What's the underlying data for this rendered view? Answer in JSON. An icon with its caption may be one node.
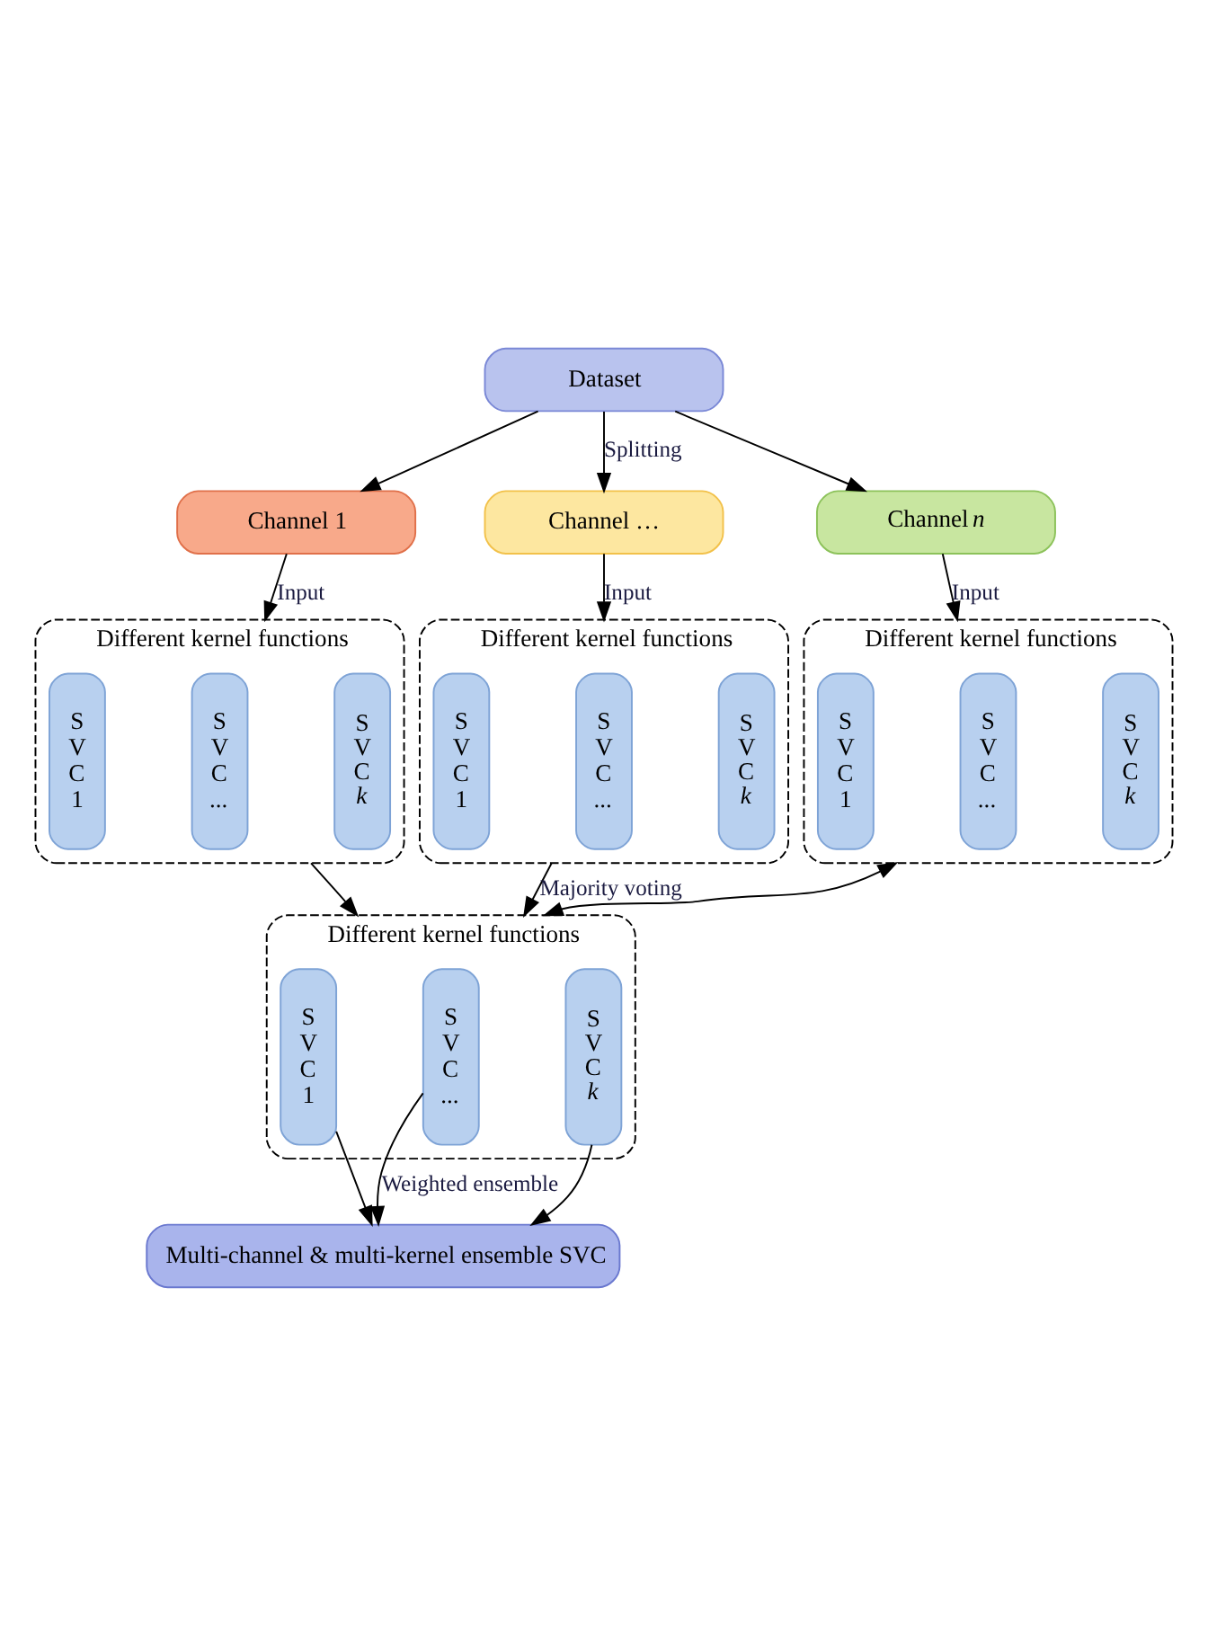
{
  "diagram": {
    "nodes": [
      {
        "text": [
          "Dataset"
        ]
      },
      {
        "text": [
          "Channel 1"
        ]
      },
      {
        "text": [
          "Channel …"
        ]
      },
      {
        "text": [
          "Channel *n*"
        ]
      },
      {
        "text": [
          "Different kernel functions"
        ]
      },
      {
        "text": [
          "S V C 1"
        ],
        "in": 4
      },
      {
        "text": [
          "S V C ..."
        ],
        "in": 4
      },
      {
        "text": [
          "S V C *k*"
        ],
        "in": 4
      },
      {
        "text": [
          "Different kernel functions"
        ]
      },
      {
        "text": [
          "S V C 1"
        ],
        "in": 8
      },
      {
        "text": [
          "S V C ..."
        ],
        "in": 8
      },
      {
        "text": [
          "S V C *k*"
        ],
        "in": 8
      },
      {
        "text": [
          "Different kernel functions"
        ]
      },
      {
        "text": [
          "S V C 1"
        ],
        "in": 12
      },
      {
        "text": [
          "S V C ..."
        ],
        "in": 12
      },
      {
        "text": [
          "S V C *k*"
        ],
        "in": 12
      },
      {
        "text": [
          "Different kernel functions"
        ]
      },
      {
        "text": [
          "S V C 1"
        ],
        "in": 16
      },
      {
        "text": [
          "S V C ..."
        ],
        "in": 16
      },
      {
        "text": [
          "S V C *k*"
        ],
        "in": 16
      },
      {
        "text": [
          "Multi-channel & multi-kernel ensemble SVC"
        ]
      }
    ],
    "edges": [
      {
        "from": 0,
        "to": 1,
        "arrow": "to"
      },
      {
        "from": 0,
        "to": 2,
        "arrow": "to",
        "label": "Splitting"
      },
      {
        "from": 0,
        "to": 3,
        "arrow": "to"
      },
      {
        "from": 1,
        "to": 4,
        "arrow": "to",
        "label": "Input"
      },
      {
        "from": 2,
        "to": 8,
        "arrow": "to",
        "label": "Input"
      },
      {
        "from": 3,
        "to": 12,
        "arrow": "to",
        "label": "Input"
      },
      {
        "from": 4,
        "to": 16,
        "arrow": "to"
      },
      {
        "from": 8,
        "to": 16,
        "arrow": "to",
        "label": "Majority voting"
      },
      {
        "from": 12,
        "to": 16,
        "arrow": "both"
      },
      {
        "from": 17,
        "to": 20,
        "arrow": "to"
      },
      {
        "from": 18,
        "to": 20,
        "arrow": "to",
        "label": "Weighted ensemble"
      },
      {
        "from": 19,
        "to": 20,
        "arrow": "to"
      }
    ]
  }
}
